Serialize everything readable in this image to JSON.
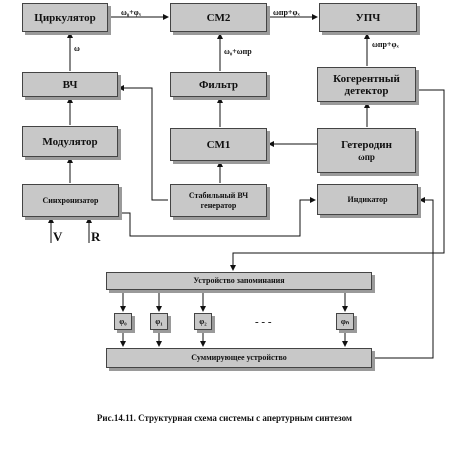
{
  "blocks": {
    "circulator": "Циркулятор",
    "mixer2": "СМ2",
    "ipf": "УПЧ",
    "hf": "ВЧ",
    "filter": "Фильтр",
    "coherent_detector": "Когерентный детектор",
    "modulator": "Модулятор",
    "mixer1": "СМ1",
    "heterodyne": "Гетеродин",
    "heterodyne_sub": "ωпр",
    "synchronizer": "Синхронизатор",
    "stable_hf_generator": "Стабильный ВЧ генератор",
    "indicator": "Индикатор",
    "memory": "Устройство запоминания",
    "summing": "Суммирующее устройство"
  },
  "phase_cells": [
    "φ₀",
    "φ₁",
    "φ₂",
    "φₙ"
  ],
  "ellipsis": "-   -   -",
  "labels": {
    "circ_out": "ω₀+φₓ",
    "mix2_out": "ωпр+φₓ",
    "omega": "ω",
    "filter_out": "ω₀+ωпр",
    "ipf_out": "ωпр+φₓ",
    "input_v": "V",
    "input_r": "R"
  },
  "caption": "Рис.14.11.  Структурная  схема системы с апертурным синтезом"
}
